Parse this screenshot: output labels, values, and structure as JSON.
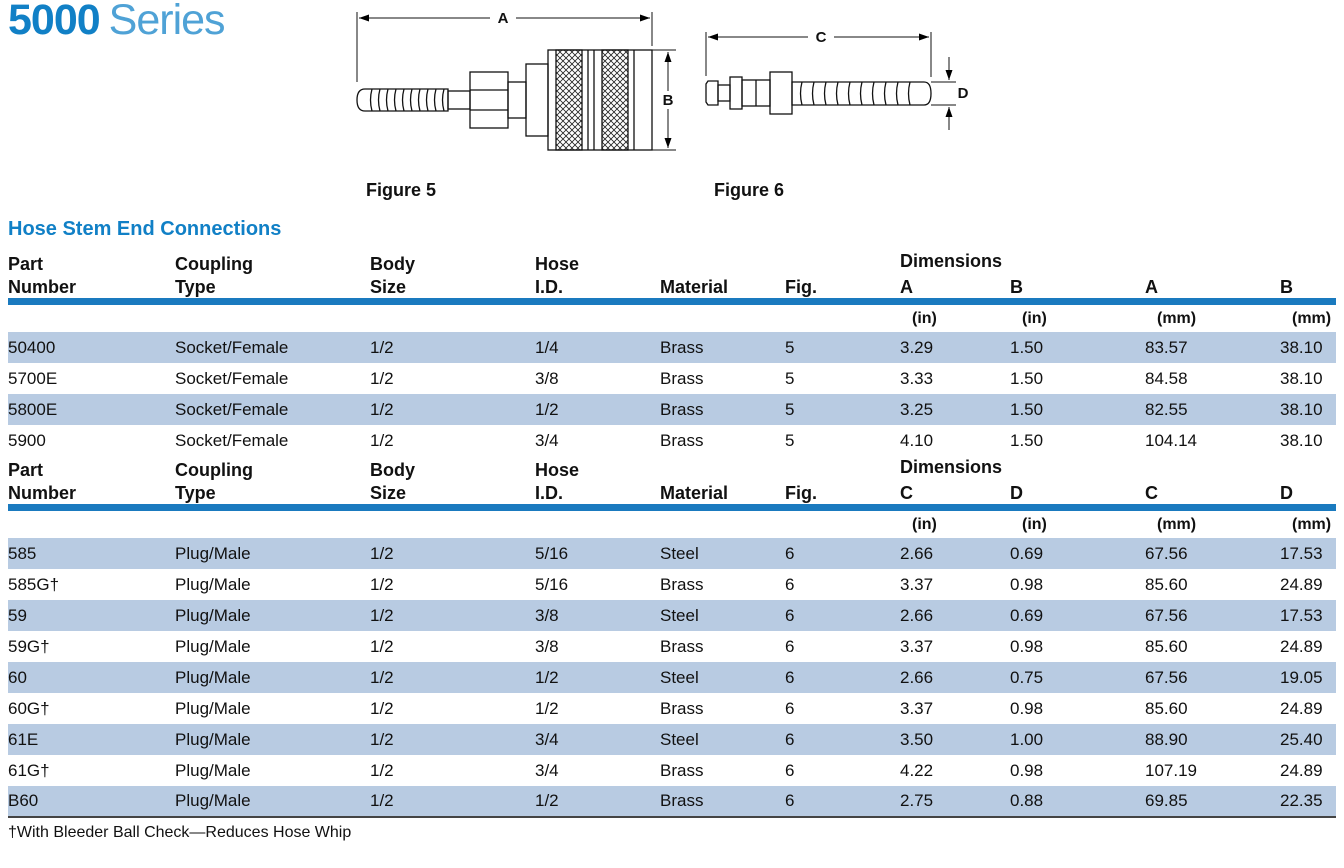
{
  "page": {
    "title_number": "5000",
    "title_word": "Series",
    "section_title": "Hose Stem End Connections",
    "footnote": "†With Bleeder Ball Check—Reduces Hose Whip"
  },
  "colors": {
    "accent": "#1180c6",
    "accent_light": "#4fa2d6",
    "rule": "#1a7abf",
    "row_shade": "#b8cbe2"
  },
  "figures": {
    "fig5": {
      "caption": "Figure 5",
      "dim_top": "A",
      "dim_side": "B"
    },
    "fig6": {
      "caption": "Figure 6",
      "dim_top": "C",
      "dim_side": "D"
    }
  },
  "table1": {
    "col_headers": {
      "part": "Part\nNumber",
      "coupling": "Coupling\nType",
      "body": "Body\nSize",
      "hose": "Hose\nI.D.",
      "material": "Material",
      "fig": "Fig.",
      "dimensions": "Dimensions",
      "d1": "A",
      "d2": "B",
      "d3": "A",
      "d4": "B"
    },
    "units": {
      "u1": "(in)",
      "u2": "(in)",
      "u3": "(mm)",
      "u4": "(mm)"
    },
    "rows": [
      {
        "part": "50400",
        "coupling": "Socket/Female",
        "body": "1/2",
        "hose": "1/4",
        "material": "Brass",
        "fig": "5",
        "d1": "3.29",
        "d2": "1.50",
        "d3": "83.57",
        "d4": "38.10"
      },
      {
        "part": "5700E",
        "coupling": "Socket/Female",
        "body": "1/2",
        "hose": "3/8",
        "material": "Brass",
        "fig": "5",
        "d1": "3.33",
        "d2": "1.50",
        "d3": "84.58",
        "d4": "38.10"
      },
      {
        "part": "5800E",
        "coupling": "Socket/Female",
        "body": "1/2",
        "hose": "1/2",
        "material": "Brass",
        "fig": "5",
        "d1": "3.25",
        "d2": "1.50",
        "d3": "82.55",
        "d4": "38.10"
      },
      {
        "part": "5900",
        "coupling": "Socket/Female",
        "body": "1/2",
        "hose": "3/4",
        "material": "Brass",
        "fig": "5",
        "d1": "4.10",
        "d2": "1.50",
        "d3": "104.14",
        "d4": "38.10"
      }
    ]
  },
  "table2": {
    "col_headers": {
      "part": "Part\nNumber",
      "coupling": "Coupling\nType",
      "body": "Body\nSize",
      "hose": "Hose\nI.D.",
      "material": "Material",
      "fig": "Fig.",
      "dimensions": "Dimensions",
      "d1": "C",
      "d2": "D",
      "d3": "C",
      "d4": "D"
    },
    "units": {
      "u1": "(in)",
      "u2": "(in)",
      "u3": "(mm)",
      "u4": "(mm)"
    },
    "rows": [
      {
        "part": "585",
        "coupling": "Plug/Male",
        "body": "1/2",
        "hose": "5/16",
        "material": "Steel",
        "fig": "6",
        "d1": "2.66",
        "d2": "0.69",
        "d3": "67.56",
        "d4": "17.53"
      },
      {
        "part": "585G†",
        "coupling": "Plug/Male",
        "body": "1/2",
        "hose": "5/16",
        "material": "Brass",
        "fig": "6",
        "d1": "3.37",
        "d2": "0.98",
        "d3": "85.60",
        "d4": "24.89"
      },
      {
        "part": "59",
        "coupling": "Plug/Male",
        "body": "1/2",
        "hose": "3/8",
        "material": "Steel",
        "fig": "6",
        "d1": "2.66",
        "d2": "0.69",
        "d3": "67.56",
        "d4": "17.53"
      },
      {
        "part": "59G†",
        "coupling": "Plug/Male",
        "body": "1/2",
        "hose": "3/8",
        "material": "Brass",
        "fig": "6",
        "d1": "3.37",
        "d2": "0.98",
        "d3": "85.60",
        "d4": "24.89"
      },
      {
        "part": "60",
        "coupling": "Plug/Male",
        "body": "1/2",
        "hose": "1/2",
        "material": "Steel",
        "fig": "6",
        "d1": "2.66",
        "d2": "0.75",
        "d3": "67.56",
        "d4": "19.05"
      },
      {
        "part": "60G†",
        "coupling": "Plug/Male",
        "body": "1/2",
        "hose": "1/2",
        "material": "Brass",
        "fig": "6",
        "d1": "3.37",
        "d2": "0.98",
        "d3": "85.60",
        "d4": "24.89"
      },
      {
        "part": "61E",
        "coupling": "Plug/Male",
        "body": "1/2",
        "hose": "3/4",
        "material": "Steel",
        "fig": "6",
        "d1": "3.50",
        "d2": "1.00",
        "d3": "88.90",
        "d4": "25.40"
      },
      {
        "part": "61G†",
        "coupling": "Plug/Male",
        "body": "1/2",
        "hose": "3/4",
        "material": "Brass",
        "fig": "6",
        "d1": "4.22",
        "d2": "0.98",
        "d3": "107.19",
        "d4": "24.89"
      },
      {
        "part": "B60",
        "coupling": "Plug/Male",
        "body": "1/2",
        "hose": "1/2",
        "material": "Brass",
        "fig": "6",
        "d1": "2.75",
        "d2": "0.88",
        "d3": "69.85",
        "d4": "22.35"
      }
    ]
  }
}
